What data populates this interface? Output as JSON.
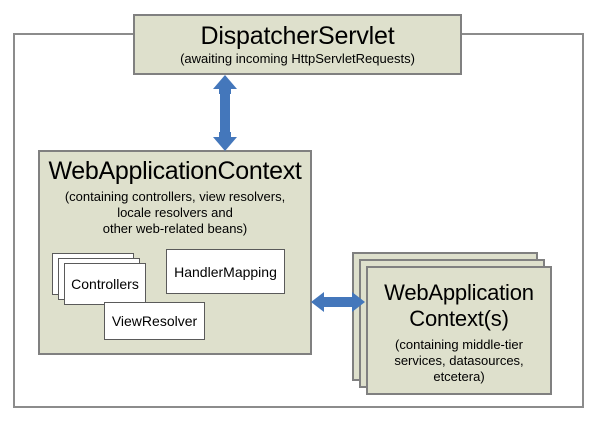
{
  "diagram": {
    "title": "Spring MVC context hierarchy diagram",
    "colors": {
      "box_fill": "#dee0cc",
      "box_border": "#808080",
      "inner_box_fill": "#ffffff",
      "inner_box_border": "#5a5a5a",
      "arrow": "#4477bb",
      "frame_border": "#8c8c8c",
      "background": "#ffffff",
      "text": "#000000"
    },
    "outer_frame": {
      "label": "web-application-boundary"
    },
    "nodes": {
      "dispatcher_servlet": {
        "title": "DispatcherServlet",
        "subtitle": "(awaiting incoming HttpServletRequests)"
      },
      "web_application_context": {
        "title": "WebApplicationContext",
        "subtitle_lines": [
          "(containing controllers, view resolvers,",
          "locale resolvers and",
          "other web-related beans)"
        ],
        "children": [
          {
            "label": "Controllers",
            "style": "stacked"
          },
          {
            "label": "HandlerMapping",
            "style": "single"
          },
          {
            "label": "ViewResolver",
            "style": "single"
          }
        ]
      },
      "web_application_contexts": {
        "title_lines": [
          "WebApplication",
          "Context(s)"
        ],
        "subtitle_lines": [
          "(containing middle-tier",
          "services, datasources,",
          "etcetera)"
        ],
        "style": "stacked"
      }
    },
    "connectors": [
      {
        "name": "dispatcher-to-web-context",
        "orientation": "vertical",
        "arrowheads": "both",
        "from": "DispatcherServlet",
        "to": "WebApplicationContext"
      },
      {
        "name": "web-context-to-root-contexts",
        "orientation": "horizontal",
        "arrowheads": "both",
        "from": "WebApplicationContext",
        "to": "WebApplicationContext(s)"
      }
    ]
  }
}
